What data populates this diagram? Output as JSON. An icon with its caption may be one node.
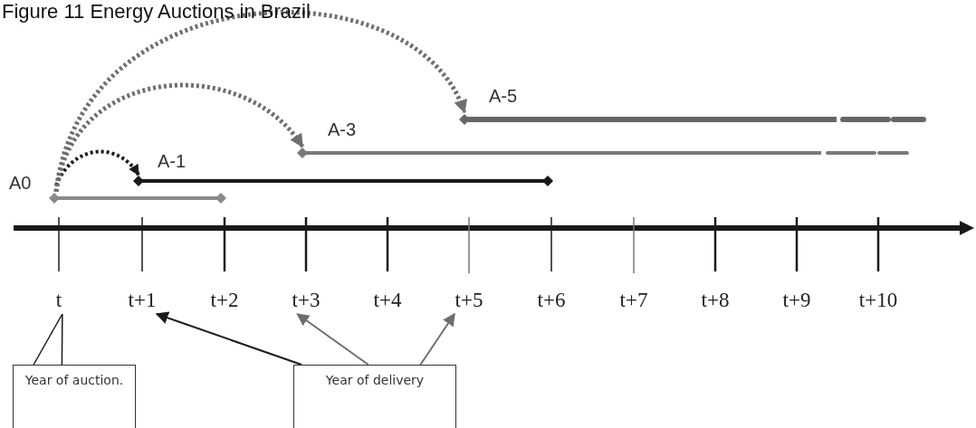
{
  "diagram": {
    "title": "Figure 11 Energy Auctions in Brazil",
    "nodes": [
      {
        "text": [
          "A0"
        ]
      },
      {
        "text": [
          "A-1"
        ]
      },
      {
        "text": [
          "A-3"
        ]
      },
      {
        "text": [
          "A-5"
        ]
      },
      {
        "text": [
          "t"
        ]
      },
      {
        "text": [
          "t+1"
        ]
      },
      {
        "text": [
          "t+2"
        ]
      },
      {
        "text": [
          "t+3"
        ]
      },
      {
        "text": [
          "t+4"
        ]
      },
      {
        "text": [
          "t+5"
        ]
      },
      {
        "text": [
          "t+6"
        ]
      },
      {
        "text": [
          "t+7"
        ]
      },
      {
        "text": [
          "t+8"
        ]
      },
      {
        "text": [
          "t+9"
        ]
      },
      {
        "text": [
          "t+10"
        ]
      },
      {
        "text": [
          "Year of auction."
        ]
      },
      {
        "text": [
          "Year of delivery"
        ]
      }
    ],
    "edges": [
      {
        "from": 0,
        "to": 1,
        "arrow": "to",
        "style": "dashed",
        "color": "#1a1a1a"
      },
      {
        "from": 0,
        "to": 2,
        "arrow": "to",
        "style": "dashed"
      },
      {
        "from": 0,
        "to": 3,
        "arrow": "to",
        "style": "dashed"
      },
      {
        "from": 15,
        "to": 4,
        "arrow": "none",
        "color": "#1a1a1a"
      },
      {
        "from": 16,
        "to": 5,
        "arrow": "to",
        "color": "#1a1a1a"
      },
      {
        "from": 16,
        "to": 7,
        "arrow": "to"
      },
      {
        "from": 16,
        "to": 9,
        "arrow": "to"
      }
    ]
  }
}
